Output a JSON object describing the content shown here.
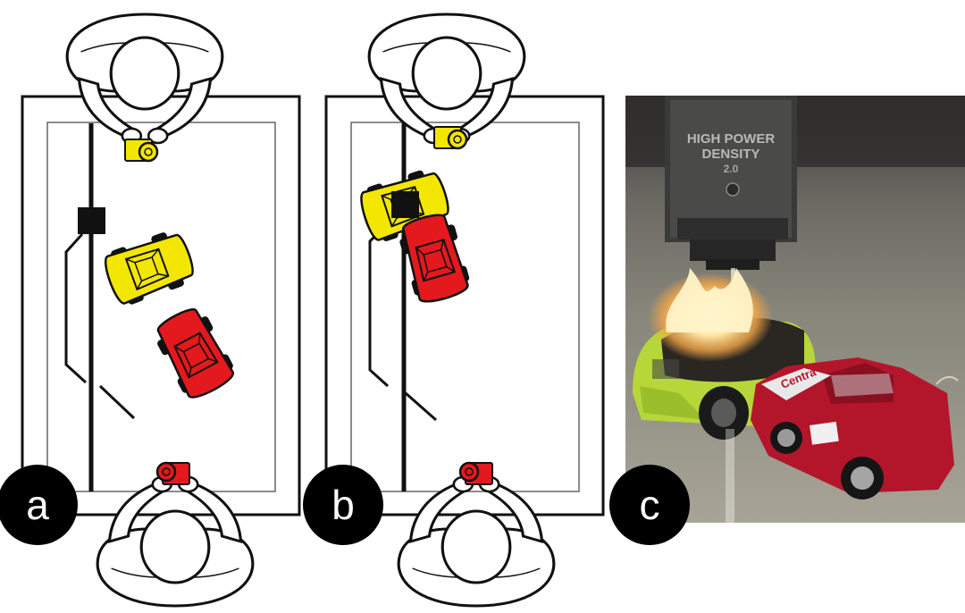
{
  "figure": {
    "panels": [
      {
        "id": "a",
        "label": "a"
      },
      {
        "id": "b",
        "label": "b"
      },
      {
        "id": "c",
        "label": "c"
      }
    ],
    "photo": {
      "machine_text_line1": "HIGH POWER",
      "machine_text_line2": "DENSITY",
      "machine_text_line3": "2.0",
      "car_brand_text": "Centra"
    },
    "colors": {
      "yellow": "#f3e600",
      "red": "#e3191e",
      "outline": "#111111",
      "label_bg": "#000000"
    }
  }
}
